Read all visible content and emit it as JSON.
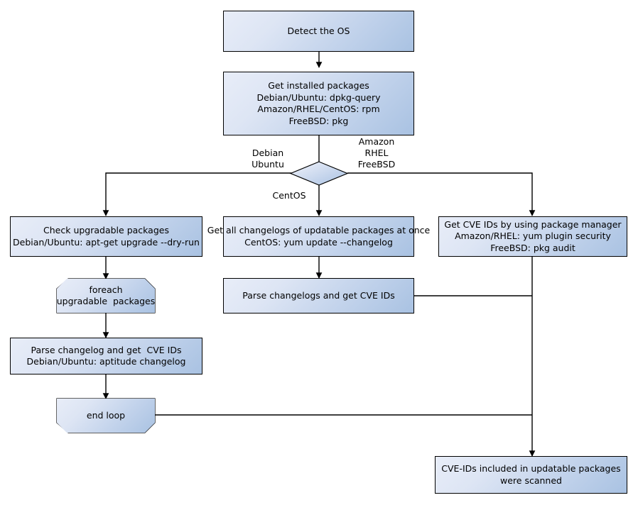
{
  "diagram": {
    "title": "OS package CVE scanning flowchart",
    "colors": {
      "node_fill_light": "#e8edf8",
      "node_fill_dark": "#a9c2e2",
      "stroke": "#000000",
      "background": "#ffffff"
    },
    "nodes": {
      "detect_os": {
        "label": "Detect the OS"
      },
      "get_installed_packages": {
        "line1": "Get installed packages",
        "line2": "Debian/Ubuntu: dpkg-query",
        "line3": "Amazon/RHEL/CentOS: rpm",
        "line4": "FreeBSD: pkg"
      },
      "os_decision": {
        "label": ""
      },
      "check_upgradable": {
        "line1": "Check upgradable packages",
        "line2": "Debian/Ubuntu: apt-get upgrade --dry-run"
      },
      "get_all_changelogs": {
        "line1": "Get all changelogs of updatable packages at once",
        "line2": "CentOS: yum update --changelog"
      },
      "get_cve_pkg_manager": {
        "line1": "Get CVE IDs by using package manager",
        "line2": "Amazon/RHEL: yum plugin security",
        "line3": "FreeBSD: pkg audit"
      },
      "foreach_loop": {
        "line1": "foreach",
        "line2": "upgradable  packages"
      },
      "parse_changelog_single": {
        "line1": "Parse changelog and get  CVE IDs",
        "line2": "Debian/Ubuntu: aptitude changelog"
      },
      "parse_changelogs_centos": {
        "label": "Parse changelogs and get CVE IDs"
      },
      "end_loop": {
        "label": "end loop"
      },
      "scanned_result": {
        "line1": "CVE-IDs included in updatable packages",
        "line2": "were scanned"
      }
    },
    "edge_labels": {
      "debian_branch": "Debian\nUbuntu",
      "rhel_branch": "Amazon\nRHEL\nFreeBSD",
      "centos_branch": "CentOS"
    }
  }
}
